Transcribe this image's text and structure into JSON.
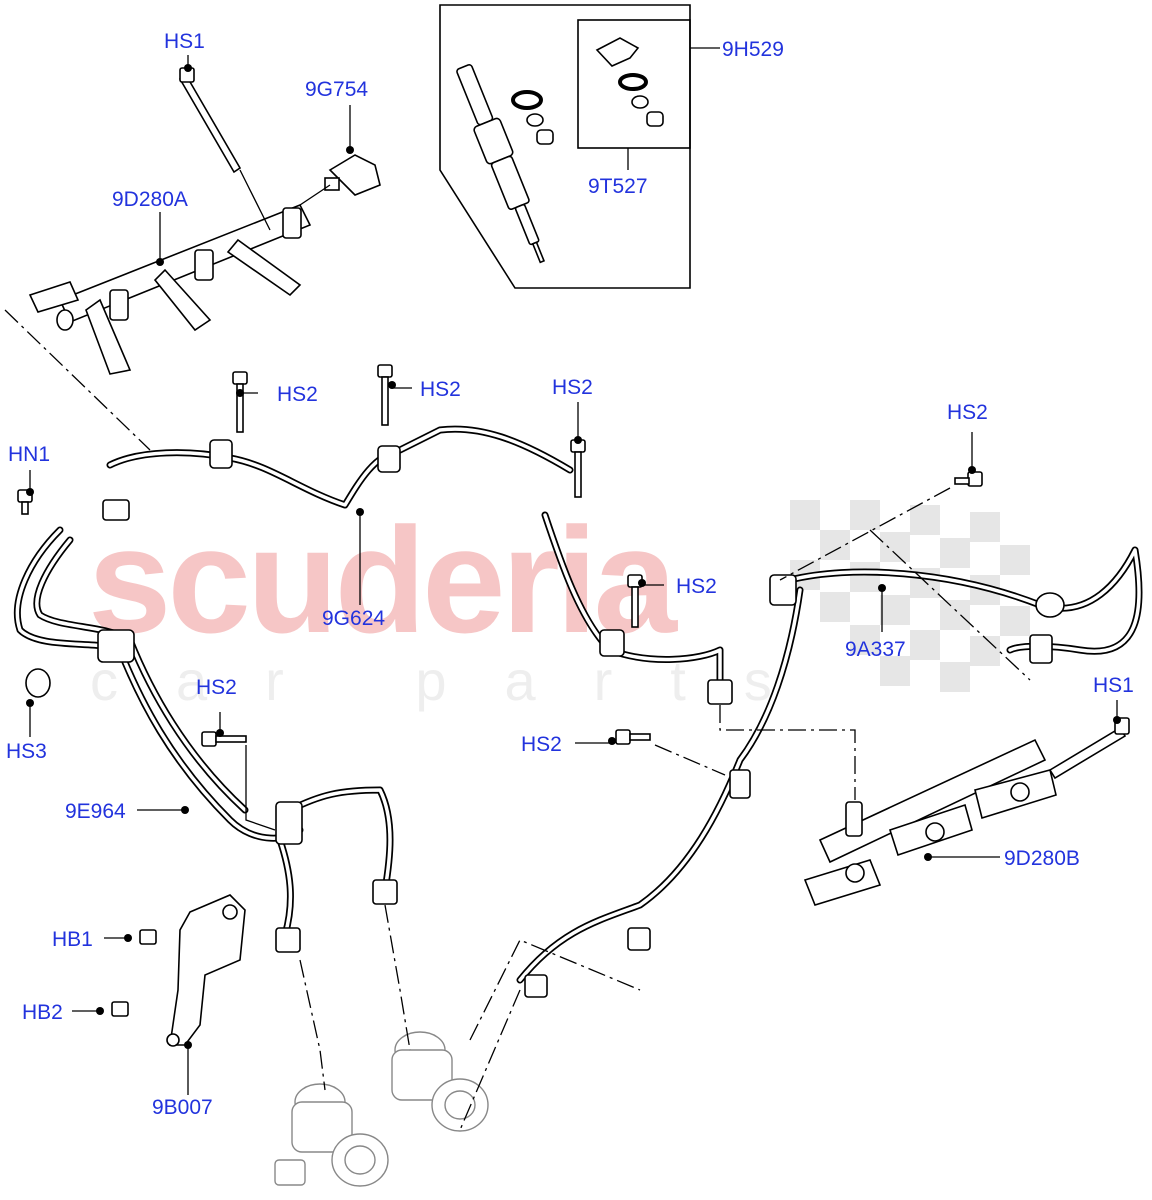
{
  "watermark": {
    "main": "scuderia",
    "sub": "car parts"
  },
  "callouts": {
    "hs1_top": "HS1",
    "g754": "9G754",
    "d280a": "9D280A",
    "h529": "9H529",
    "t527": "9T527",
    "hn1": "HN1",
    "hs2_a": "HS2",
    "hs2_b": "HS2",
    "hs2_c": "HS2",
    "hs2_d": "HS2",
    "hs2_e": "HS2",
    "hs2_f": "HS2",
    "hs2_g": "HS2",
    "g624": "9G624",
    "a337": "9A337",
    "hs3": "HS3",
    "e964": "9E964",
    "hs1_right": "HS1",
    "d280b": "9D280B",
    "hb1": "HB1",
    "hb2": "HB2",
    "b007": "9B007"
  }
}
